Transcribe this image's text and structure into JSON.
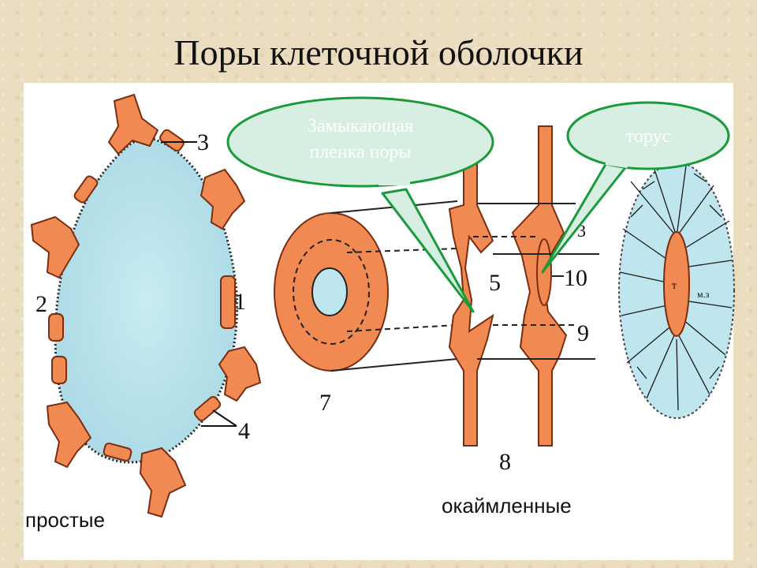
{
  "title": "Поры клеточной оболочки",
  "captions": {
    "simple": "простые",
    "bordered": "окаймленные"
  },
  "callouts": {
    "closing_membrane_line1": "Замыкающая",
    "closing_membrane_line2": "пленка поры",
    "torus": "торус"
  },
  "numbers": {
    "n1": "1",
    "n2": "2",
    "n3": "3",
    "n4": "4",
    "n5": "5",
    "n7": "7",
    "n8": "8",
    "n9": "9",
    "n10": "10",
    "n3b": "3"
  },
  "torus_labels": {
    "t": "т",
    "m3": "м.з"
  },
  "colors": {
    "wall": "#f08a52",
    "cell": "#bfe6ee",
    "callout_fill": "#d6efe2",
    "callout_stroke": "#1a9a3a"
  }
}
